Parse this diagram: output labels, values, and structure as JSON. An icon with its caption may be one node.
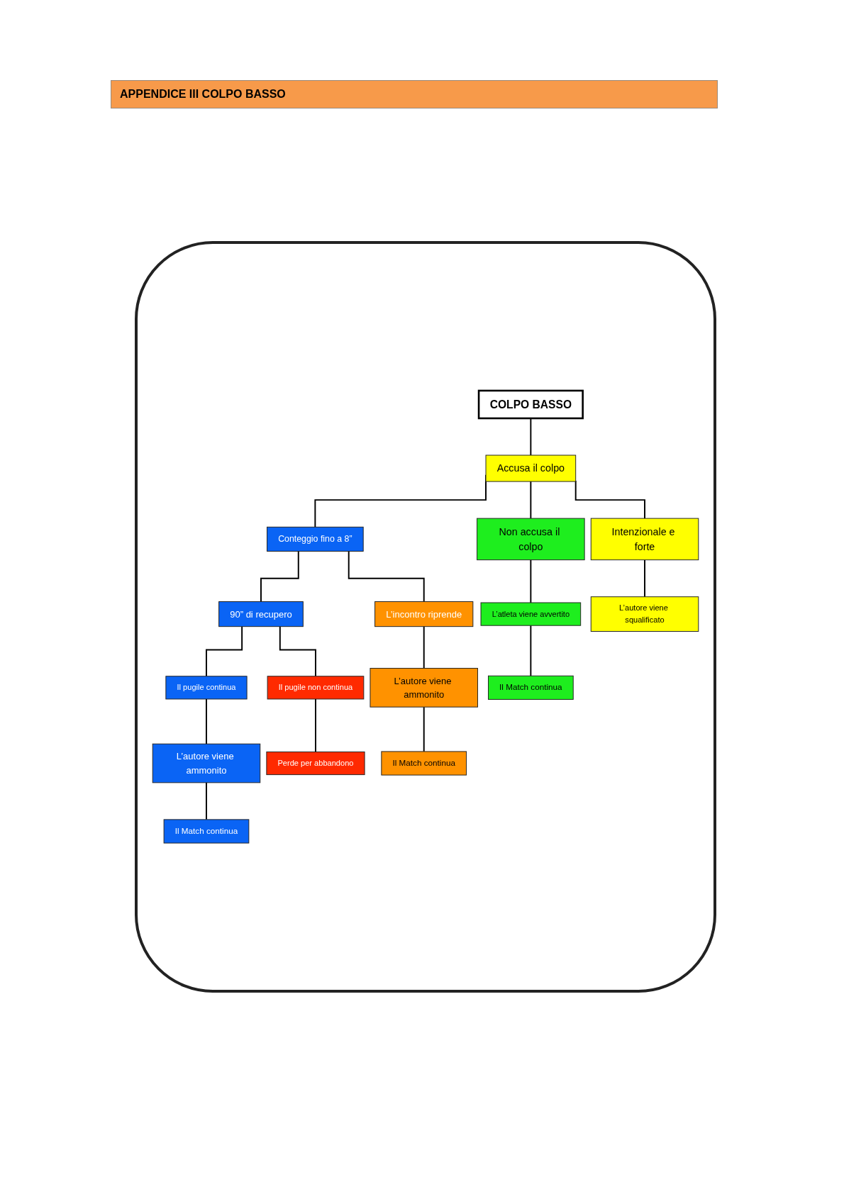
{
  "diagram": {
    "title": "APPENDICE III COLPO BASSO",
    "nodes": [
      {
        "text": [
          "COLPO BASSO"
        ]
      },
      {
        "text": [
          "Accusa il colpo"
        ]
      },
      {
        "text": [
          "Non accusa il colpo"
        ]
      },
      {
        "text": [
          "Conteggio fino a 8”"
        ]
      },
      {
        "text": [
          "Intenzionale e forte"
        ]
      },
      {
        "text": [
          "90” di recupero"
        ]
      },
      {
        "text": [
          "L’incontro riprende"
        ]
      },
      {
        "text": [
          "L’atleta viene avvertito"
        ]
      },
      {
        "text": [
          "Il pugile non continua"
        ]
      },
      {
        "text": [
          "Il pugile continua"
        ]
      },
      {
        "text": [
          "L’autore viene squalificato"
        ]
      },
      {
        "text": [
          "L’autore viene ammonito"
        ]
      },
      {
        "text": [
          "L’autore viene ammonito"
        ]
      },
      {
        "text": [
          "Perde per abbandono"
        ]
      },
      {
        "text": [
          "Il Match continua"
        ]
      },
      {
        "text": [
          "Il Match continua"
        ]
      },
      {
        "text": [
          "Il Match continua"
        ]
      }
    ],
    "edges": [
      {
        "from": 0,
        "to": 1,
        "arrow": "none"
      },
      {
        "from": 1,
        "to": 2,
        "arrow": "none"
      },
      {
        "from": 1,
        "to": 3,
        "arrow": "none"
      },
      {
        "from": 1,
        "to": 4,
        "arrow": "none"
      },
      {
        "from": 3,
        "to": 5,
        "arrow": "none"
      },
      {
        "from": 3,
        "to": 6,
        "arrow": "none"
      },
      {
        "from": 2,
        "to": 7,
        "arrow": "none"
      },
      {
        "from": 5,
        "to": 8,
        "arrow": "none"
      },
      {
        "from": 5,
        "to": 9,
        "arrow": "none"
      },
      {
        "from": 4,
        "to": 10,
        "arrow": "none"
      },
      {
        "from": 9,
        "to": 11,
        "arrow": "none"
      },
      {
        "from": 6,
        "to": 12,
        "arrow": "none"
      },
      {
        "from": 8,
        "to": 13,
        "arrow": "none"
      },
      {
        "from": 11,
        "to": 14,
        "arrow": "none"
      },
      {
        "from": 12,
        "to": 15,
        "arrow": "none"
      },
      {
        "from": 7,
        "to": 16,
        "arrow": "none"
      }
    ]
  }
}
